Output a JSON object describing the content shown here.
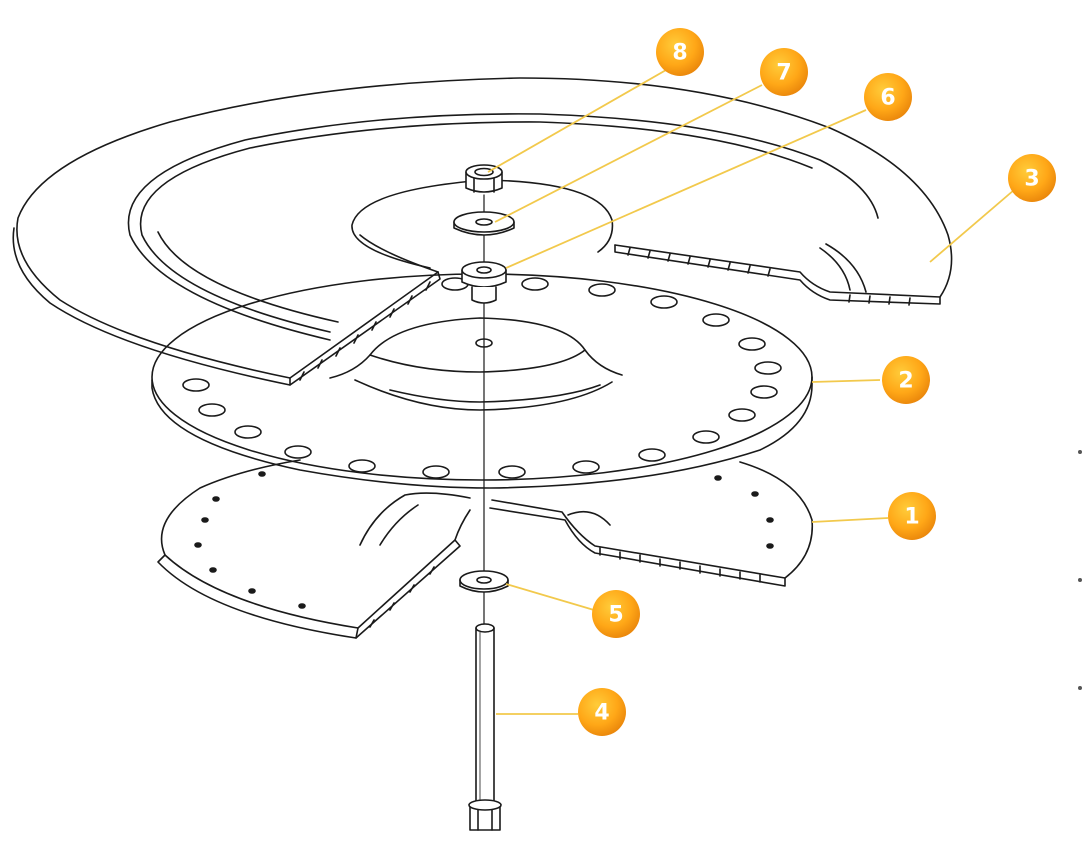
{
  "colors": {
    "line_art": "#1a1a1a",
    "leader_line": "#f2c94c",
    "badge_light": "#ffb21e",
    "badge_dark": "#e8890a",
    "badge_text": "#ffffff",
    "background": "#ffffff"
  },
  "callouts": [
    {
      "id": "1",
      "label": "1"
    },
    {
      "id": "2",
      "label": "2"
    },
    {
      "id": "3",
      "label": "3"
    },
    {
      "id": "4",
      "label": "4"
    },
    {
      "id": "5",
      "label": "5"
    },
    {
      "id": "6",
      "label": "6"
    },
    {
      "id": "7",
      "label": "7"
    },
    {
      "id": "8",
      "label": "8"
    }
  ]
}
